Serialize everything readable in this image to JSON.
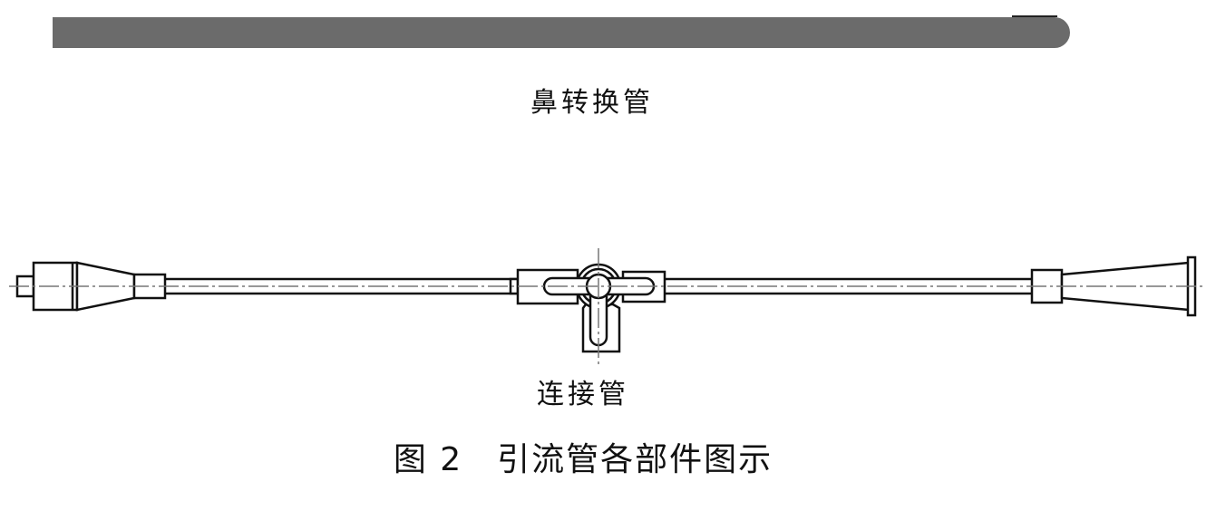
{
  "labels": {
    "nasal_tube": "鼻转换管",
    "connector_tube": "连接管"
  },
  "caption": "图 2　引流管各部件图示",
  "colors": {
    "tube_fill": "#6b6b6b",
    "line": "#111111"
  }
}
